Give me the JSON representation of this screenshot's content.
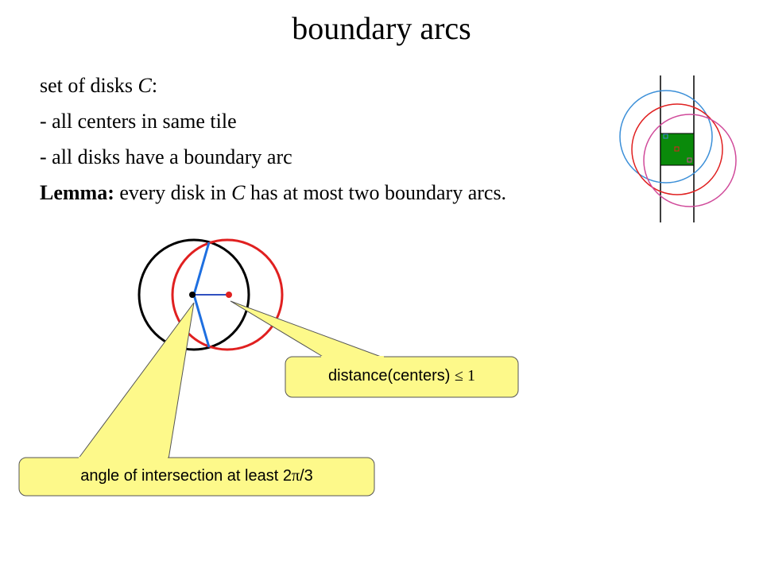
{
  "title": "boundary arcs",
  "intro": {
    "prefix": "set of disks ",
    "var": "C",
    "suffix": ":"
  },
  "bullets": [
    "- all centers in same tile",
    "- all disks have a boundary arc"
  ],
  "lemma": {
    "label": "Lemma:",
    "text_before": " every disk in ",
    "var": "C",
    "text_after": " has at most two boundary arcs."
  },
  "callouts": {
    "distance": {
      "text": "distance(centers) ",
      "symbol": "≤",
      "value": " 1"
    },
    "angle": {
      "text": "angle of intersection at least 2",
      "symbol": "π",
      "suffix": "/3"
    }
  },
  "colors": {
    "black_disk": "#000000",
    "red_disk": "#e02020",
    "blue_arc": "#1e6fe0",
    "callout_fill": "#fdf98a",
    "tile_green": "#0a8a0a",
    "thumb_blue": "#3b8fd8",
    "thumb_red": "#e02020",
    "thumb_magenta": "#d04a9a"
  }
}
